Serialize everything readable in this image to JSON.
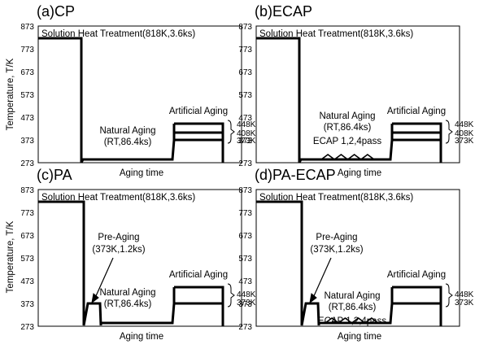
{
  "y_axis_label": "Temperature, T/K",
  "x_axis_label": "Aging time",
  "y_ticks": [
    "873",
    "773",
    "673",
    "573",
    "473",
    "373",
    "273"
  ],
  "panels": [
    {
      "id": "a",
      "title": "(a)CP",
      "solution_label": "Solution Heat Treatment(818K,3.6ks)",
      "natural_aging_label": [
        "Natural Aging",
        "(RT,86.4ks)"
      ],
      "artificial_aging_label": "Artificial Aging",
      "aging_temps": [
        "448K",
        "408K",
        "373K"
      ]
    },
    {
      "id": "b",
      "title": "(b)ECAP",
      "solution_label": "Solution Heat Treatment(818K,3.6ks)",
      "natural_aging_label": [
        "Natural Aging",
        "(RT,86.4ks)"
      ],
      "ecap_label": "ECAP 1,2,4pass",
      "artificial_aging_label": "Artificial Aging",
      "aging_temps": [
        "448K",
        "408K",
        "373K"
      ]
    },
    {
      "id": "c",
      "title": "(c)PA",
      "solution_label": "Solution Heat Treatment(818K,3.6ks)",
      "pre_aging_label": [
        "Pre-Aging",
        "(373K,1.2ks)"
      ],
      "natural_aging_label": [
        "Natural Aging",
        "(RT,86.4ks)"
      ],
      "artificial_aging_label": "Artificial Aging",
      "aging_temps": [
        "448K",
        "373K"
      ]
    },
    {
      "id": "d",
      "title": "(d)PA-ECAP",
      "solution_label": "Solution Heat Treatment(818K,3.6ks)",
      "pre_aging_label": [
        "Pre-Aging",
        "(373K,1.2ks)"
      ],
      "natural_aging_label": [
        "Natural Aging",
        "(RT,86.4ks)"
      ],
      "ecap_label": "ECAP 1,2,4pass",
      "artificial_aging_label": "Artificial Aging",
      "aging_temps": [
        "448K",
        "373K"
      ]
    }
  ]
}
